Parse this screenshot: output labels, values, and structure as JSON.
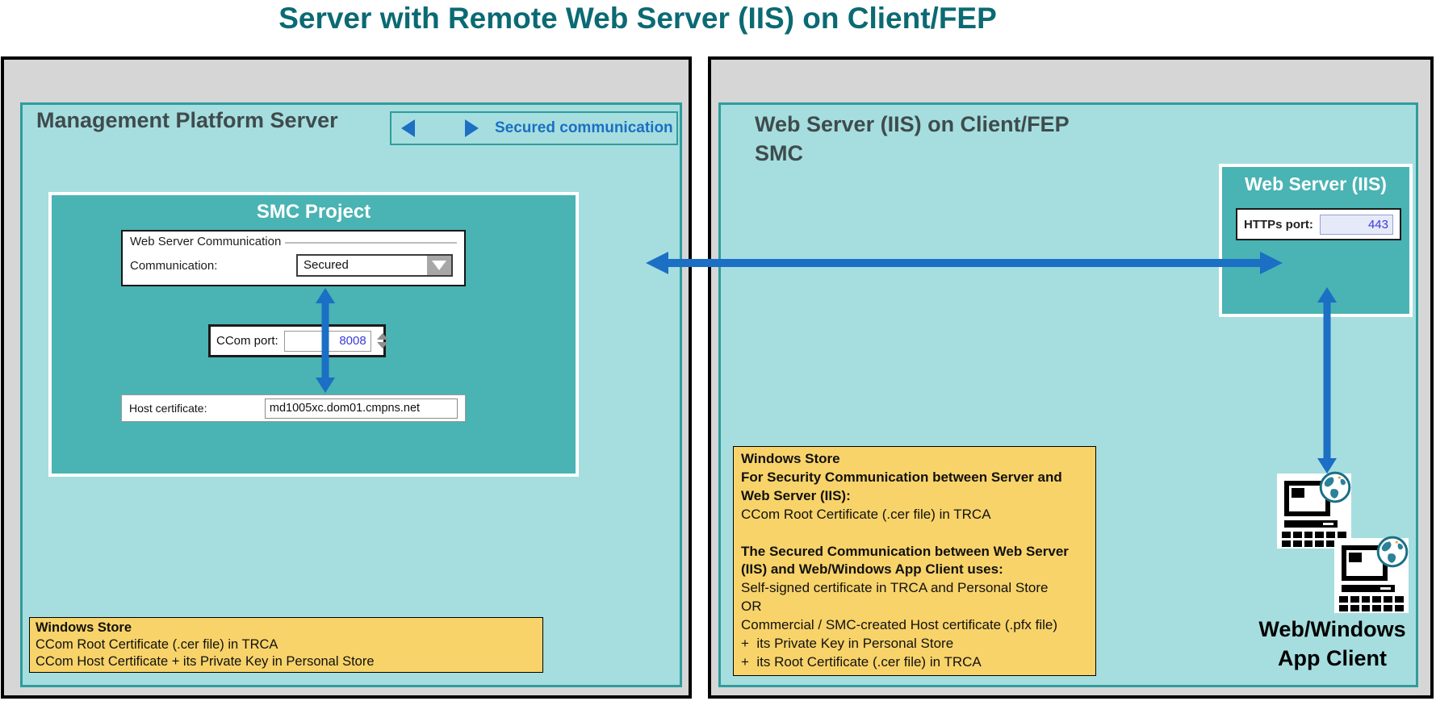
{
  "title": "Server with Remote Web Server (IIS) on Client/FEP",
  "colors": {
    "teal_fill": "#A6DEDF",
    "teal_border": "#2F9C9C",
    "box_teal": "#4AB3B3",
    "panel_gray": "#D6D6D6",
    "arrow_blue": "#1B6FC4",
    "note_yellow": "#F8D369",
    "title_teal": "#0B6A74",
    "heading_gray": "#3F4B4D",
    "value_blue": "#3A3AD8"
  },
  "legend": {
    "label": "Secured communication"
  },
  "left_panel": {
    "title": "Management Platform Server",
    "smc_project": {
      "title": "SMC Project",
      "groupbox": {
        "title": "Web Server Communication",
        "field_label": "Communication:",
        "field_value": "Secured"
      },
      "ccom": {
        "label": "CCom port:",
        "value": "8008"
      },
      "host_cert": {
        "label": "Host certificate:",
        "value": "md1005xc.dom01.cmpns.net"
      }
    },
    "windows_store": {
      "lines": [
        {
          "text": "Windows Store",
          "bold": true
        },
        {
          "text": "CCom Root Certificate (.cer file) in TRCA",
          "bold": false
        },
        {
          "text": "CCom Host Certificate + its Private Key in Personal Store",
          "bold": false
        }
      ]
    }
  },
  "right_panel": {
    "title_line1": "Web Server (IIS) on Client/FEP",
    "title_line2": "SMC",
    "web_server_box": {
      "title": "Web Server (IIS)",
      "field_label": "HTTPs port:",
      "field_value": "443"
    },
    "windows_store": {
      "lines": [
        {
          "text": "Windows Store",
          "bold": true
        },
        {
          "text": "For Security Communication between Server and",
          "bold": true
        },
        {
          "text": "Web Server (IIS):",
          "bold": true
        },
        {
          "text": "CCom Root Certificate (.cer file) in TRCA",
          "bold": false
        },
        {
          "text": "",
          "bold": false
        },
        {
          "text": "The Secured Communication between Web Server",
          "bold": true
        },
        {
          "text": "(IIS) and Web/Windows App Client uses:",
          "bold": true
        },
        {
          "text": "Self-signed certificate in TRCA and Personal Store",
          "bold": false
        },
        {
          "text": "OR",
          "bold": false
        },
        {
          "text": "Commercial / SMC-created Host certificate (.pfx file)",
          "bold": false
        },
        {
          "text": "+  its Private Key in Personal Store",
          "bold": false
        },
        {
          "text": "+  its Root Certificate (.cer file) in TRCA",
          "bold": false
        }
      ]
    },
    "client_label_line1": "Web/Windows",
    "client_label_line2": "App Client"
  }
}
